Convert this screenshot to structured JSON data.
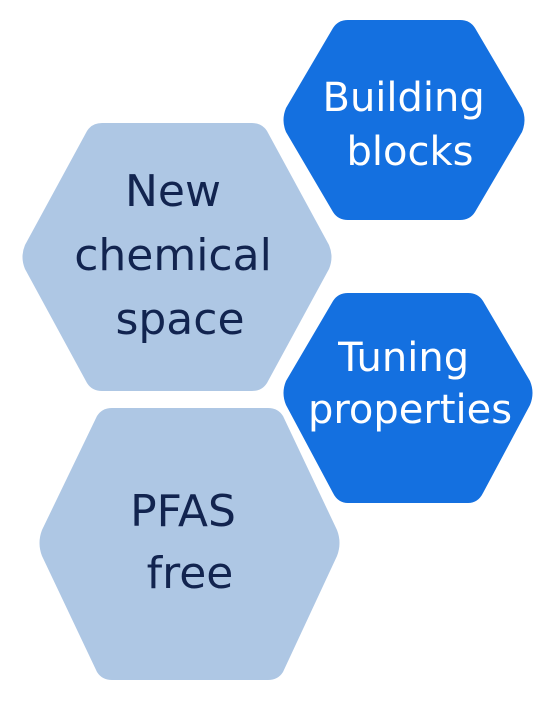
{
  "colors": {
    "light_fill": "#aec7e4",
    "light_text": "#12244f",
    "dark_fill": "#1470e0",
    "dark_text": "#ffffff",
    "background": "#ffffff"
  },
  "hexagons": [
    {
      "key": "building-blocks",
      "style": "dark",
      "lines": [
        "Building",
        "blocks"
      ]
    },
    {
      "key": "new-chemical-space",
      "style": "light",
      "lines": [
        "New",
        "chemical",
        "space"
      ]
    },
    {
      "key": "tuning-properties",
      "style": "dark",
      "lines": [
        "Tuning",
        "properties"
      ]
    },
    {
      "key": "pfas-free",
      "style": "light",
      "lines": [
        "PFAS",
        "free"
      ]
    }
  ]
}
